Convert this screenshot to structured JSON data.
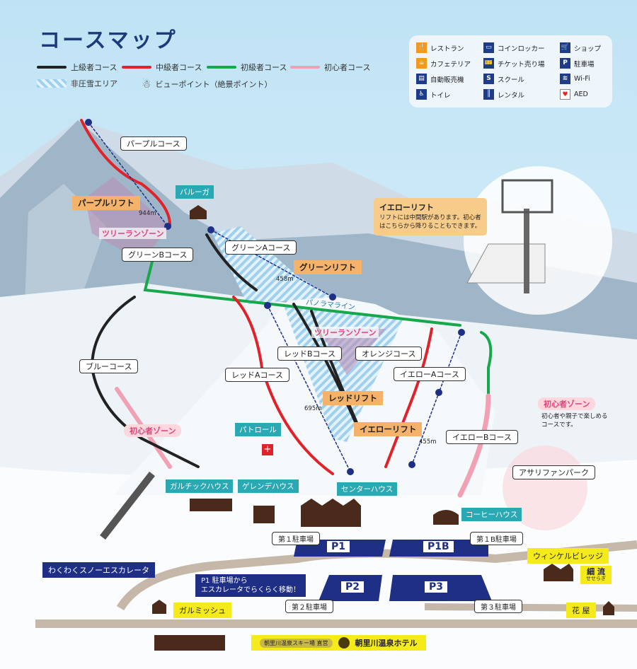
{
  "title": "コースマップ",
  "course_legend": [
    {
      "label": "上級者コース",
      "color": "#222222"
    },
    {
      "label": "中級者コース",
      "color": "#e0232a"
    },
    {
      "label": "初級者コース",
      "color": "#16a84a"
    },
    {
      "label": "初心者コース",
      "color": "#f2a0b4"
    }
  ],
  "area_legend": {
    "ungroomed": "非圧雪エリア",
    "viewpoint": "ビューポイント（絶景ポイント）"
  },
  "facility_legend": [
    {
      "label": "レストラン",
      "icon": "restaurant-icon"
    },
    {
      "label": "カフェテリア",
      "icon": "cafeteria-icon"
    },
    {
      "label": "自動販売機",
      "icon": "vending-machine-icon"
    },
    {
      "label": "トイレ",
      "icon": "toilet-icon"
    },
    {
      "label": "コインロッカー",
      "icon": "coin-locker-icon"
    },
    {
      "label": "チケット売り場",
      "icon": "ticket-icon"
    },
    {
      "label": "スクール",
      "icon": "school-icon"
    },
    {
      "label": "レンタル",
      "icon": "rental-icon"
    },
    {
      "label": "ショップ",
      "icon": "shop-icon"
    },
    {
      "label": "駐車場",
      "icon": "parking-icon"
    },
    {
      "label": "Wi-Fi",
      "icon": "wifi-icon"
    },
    {
      "label": "AED",
      "icon": "aed-icon"
    }
  ],
  "courses": {
    "purple": "パープルコース",
    "green_b": "グリーンBコース",
    "green_a": "グリーンAコース",
    "blue": "ブルーコース",
    "red_a": "レッドAコース",
    "red_b": "レッドBコース",
    "orange": "オレンジコース",
    "yellow_a": "イエローAコース",
    "yellow_b": "イエローBコース"
  },
  "lifts": {
    "purple": {
      "label": "パープルリフト",
      "length": "944m"
    },
    "green": {
      "label": "グリーンリフト",
      "length": "458m"
    },
    "red": {
      "label": "レッドリフト",
      "length": "695m"
    },
    "yellow": {
      "label": "イエローリフト",
      "length": "455m"
    }
  },
  "zones": {
    "treerun": "ツリーランゾーン",
    "beginner": "初心者ゾーン",
    "panorama": "パノラマライン"
  },
  "yellow_lift_note": {
    "title": "イエローリフト",
    "text": "リフトには中間駅があります。初心者はこちらから降りることもできます。"
  },
  "beginner_note": "初心者や親子で楽しめるコースです。",
  "facilities": {
    "baluga": "バルーガ",
    "patrol": "パトロール",
    "galtic": "ガルチックハウス",
    "gelande": "ゲレンデハウス",
    "center": "センターハウス",
    "coffee": "コーヒーハウス",
    "park": "アサリファンパーク",
    "escalator": "わくわくスノーエスカレータ",
    "winkel": "ウィンケルビレッジ",
    "seseragi": "細 流",
    "seseragi_kana": "せせらぎ",
    "hanaya": "花 屋",
    "garmisch": "ガルミッシュ",
    "hotel_badge": "朝里川温泉スキー場 直営",
    "hotel": "朝里川温泉ホテル"
  },
  "parking": {
    "p1": "P1",
    "p1b": "P1B",
    "p2": "P2",
    "p3": "P3",
    "lot1": "第１駐車場",
    "lot1b": "第１B駐車場",
    "lot2": "第２駐車場",
    "lot3": "第３駐車場",
    "callout": "P1 駐車場から\nエスカレータでらくらく移動！"
  }
}
